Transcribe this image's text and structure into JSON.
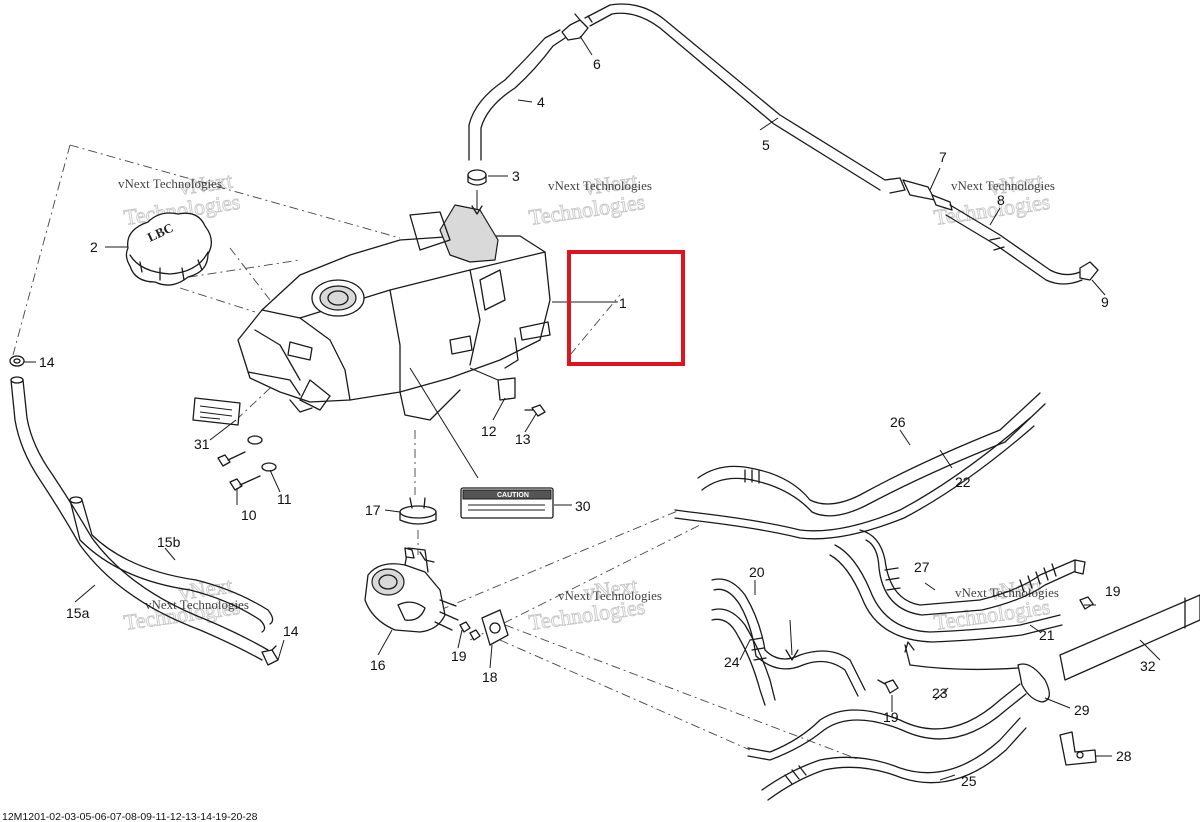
{
  "diagram": {
    "drawing_code": "12M1201-02-03-05-06-07-08-09-11-12-13-14-19-20-28",
    "highlighted_callout": "1",
    "highlight_color": "#e0141e",
    "callouts": {
      "c1": "1",
      "c2": "2",
      "c3": "3",
      "c4": "4",
      "c5": "5",
      "c6": "6",
      "c7": "7",
      "c8": "8",
      "c9": "9",
      "c10": "10",
      "c11": "11",
      "c12": "12",
      "c13": "13",
      "c14a": "14",
      "c14b": "14",
      "c15a": "15a",
      "c15b": "15b",
      "c16": "16",
      "c17": "17",
      "c18": "18",
      "c19a": "19",
      "c19b": "19",
      "c19c": "19",
      "c20": "20",
      "c21": "21",
      "c22": "22",
      "c23": "23",
      "c24": "24",
      "c25": "25",
      "c26": "26",
      "c27": "27",
      "c28": "28",
      "c29": "29",
      "c30": "30",
      "c31": "31",
      "c32": "32"
    },
    "part_labels": {
      "caution_label": "CAUTION",
      "fuel_cap_text": "LBC"
    },
    "watermark": {
      "small": "vNext Technologies",
      "big_1": "vNext",
      "big_2": "Technologies"
    }
  }
}
